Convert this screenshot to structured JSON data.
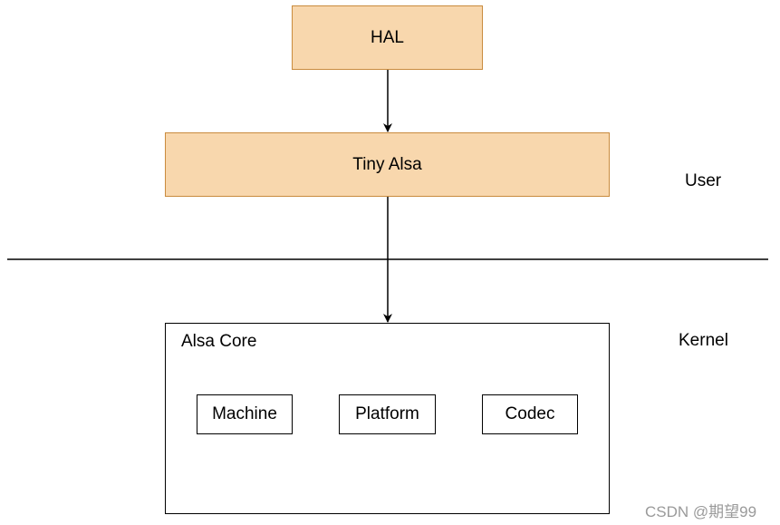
{
  "diagram": {
    "hal": "HAL",
    "tiny_alsa": "Tiny Alsa",
    "alsa_core": "Alsa Core",
    "machine": "Machine",
    "platform": "Platform",
    "codec": "Codec",
    "user_label": "User",
    "kernel_label": "Kernel"
  },
  "watermark": "CSDN @期望99",
  "colors": {
    "box_fill": "#f8d7ad",
    "box_border": "#c98b3e",
    "line": "#000000"
  }
}
